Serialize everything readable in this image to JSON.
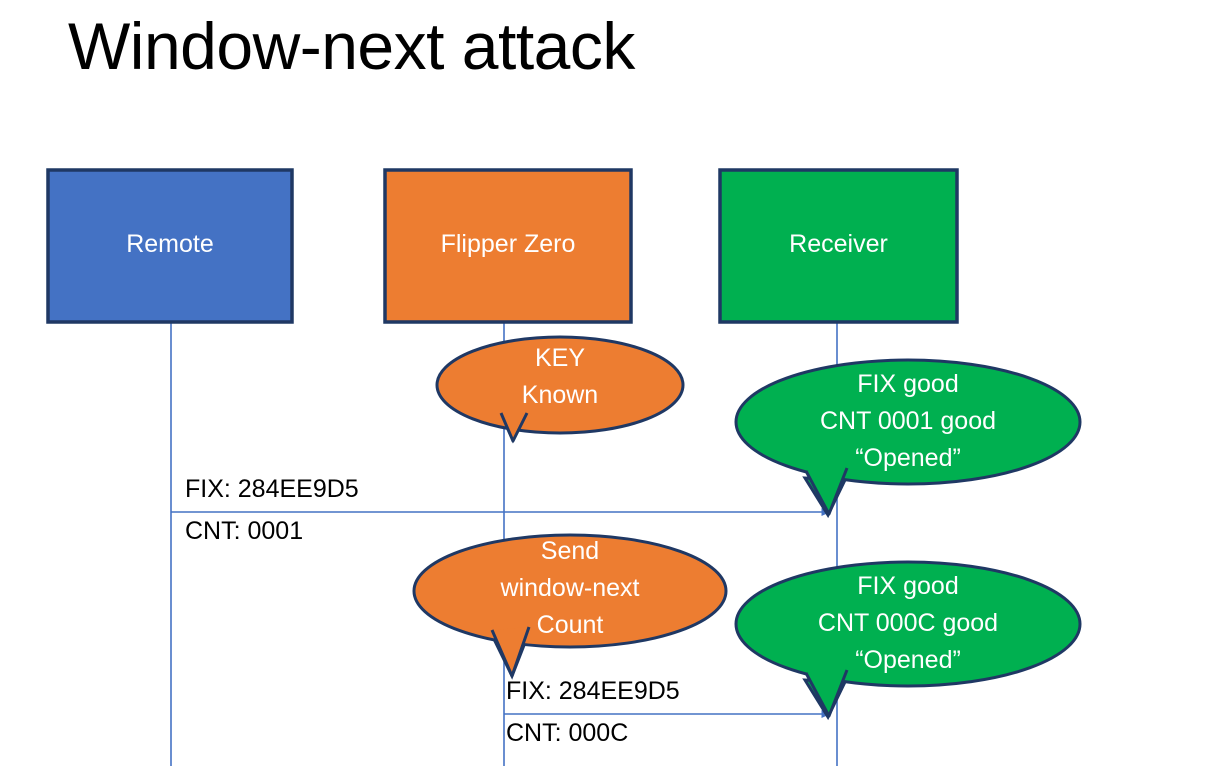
{
  "slide": {
    "title": "Window-next attack",
    "background": "#ffffff"
  },
  "colors": {
    "remote_fill": "#4472C4",
    "flipper_fill": "#ED7D31",
    "receiver_fill": "#00B050",
    "node_border": "#1F3864",
    "lifeline": "#4472C4",
    "arrow": "#4472C4",
    "label_text": "#000000",
    "node_text": "#FFFFFF"
  },
  "actors": [
    {
      "id": "remote",
      "label": "Remote",
      "fill": "#4472C4"
    },
    {
      "id": "flipper",
      "label": "Flipper Zero",
      "fill": "#ED7D31"
    },
    {
      "id": "receiver",
      "label": "Receiver",
      "fill": "#00B050"
    }
  ],
  "callouts": [
    {
      "id": "key-known",
      "owner": "flipper",
      "fill": "#ED7D31",
      "lines": [
        "KEY",
        "Known"
      ],
      "text": "KEY Known"
    },
    {
      "id": "receiver-accept-1",
      "owner": "receiver",
      "fill": "#00B050",
      "lines": [
        "FIX good",
        "CNT 0001 good",
        "“Opened”"
      ],
      "text": "FIX good CNT 0001 good “Opened”"
    },
    {
      "id": "send-window-next",
      "owner": "flipper",
      "fill": "#ED7D31",
      "lines": [
        "Send",
        "window-next",
        "Count"
      ],
      "text": "Send window-next Count"
    },
    {
      "id": "receiver-accept-2",
      "owner": "receiver",
      "fill": "#00B050",
      "lines": [
        "FIX good",
        "CNT 000C good",
        "“Opened”"
      ],
      "text": "FIX good CNT 000C good “Opened”"
    }
  ],
  "messages": [
    {
      "id": "msg-remote-to-receiver",
      "from": "remote",
      "to": "receiver",
      "fix_label": "FIX: 284EE9D5",
      "cnt_label": "CNT: 0001",
      "fix_value": "284EE9D5",
      "cnt_value": "0001"
    },
    {
      "id": "msg-flipper-to-receiver",
      "from": "flipper",
      "to": "receiver",
      "fix_label": "FIX: 284EE9D5",
      "cnt_label": "CNT: 000C",
      "fix_value": "284EE9D5",
      "cnt_value": "000C"
    }
  ]
}
